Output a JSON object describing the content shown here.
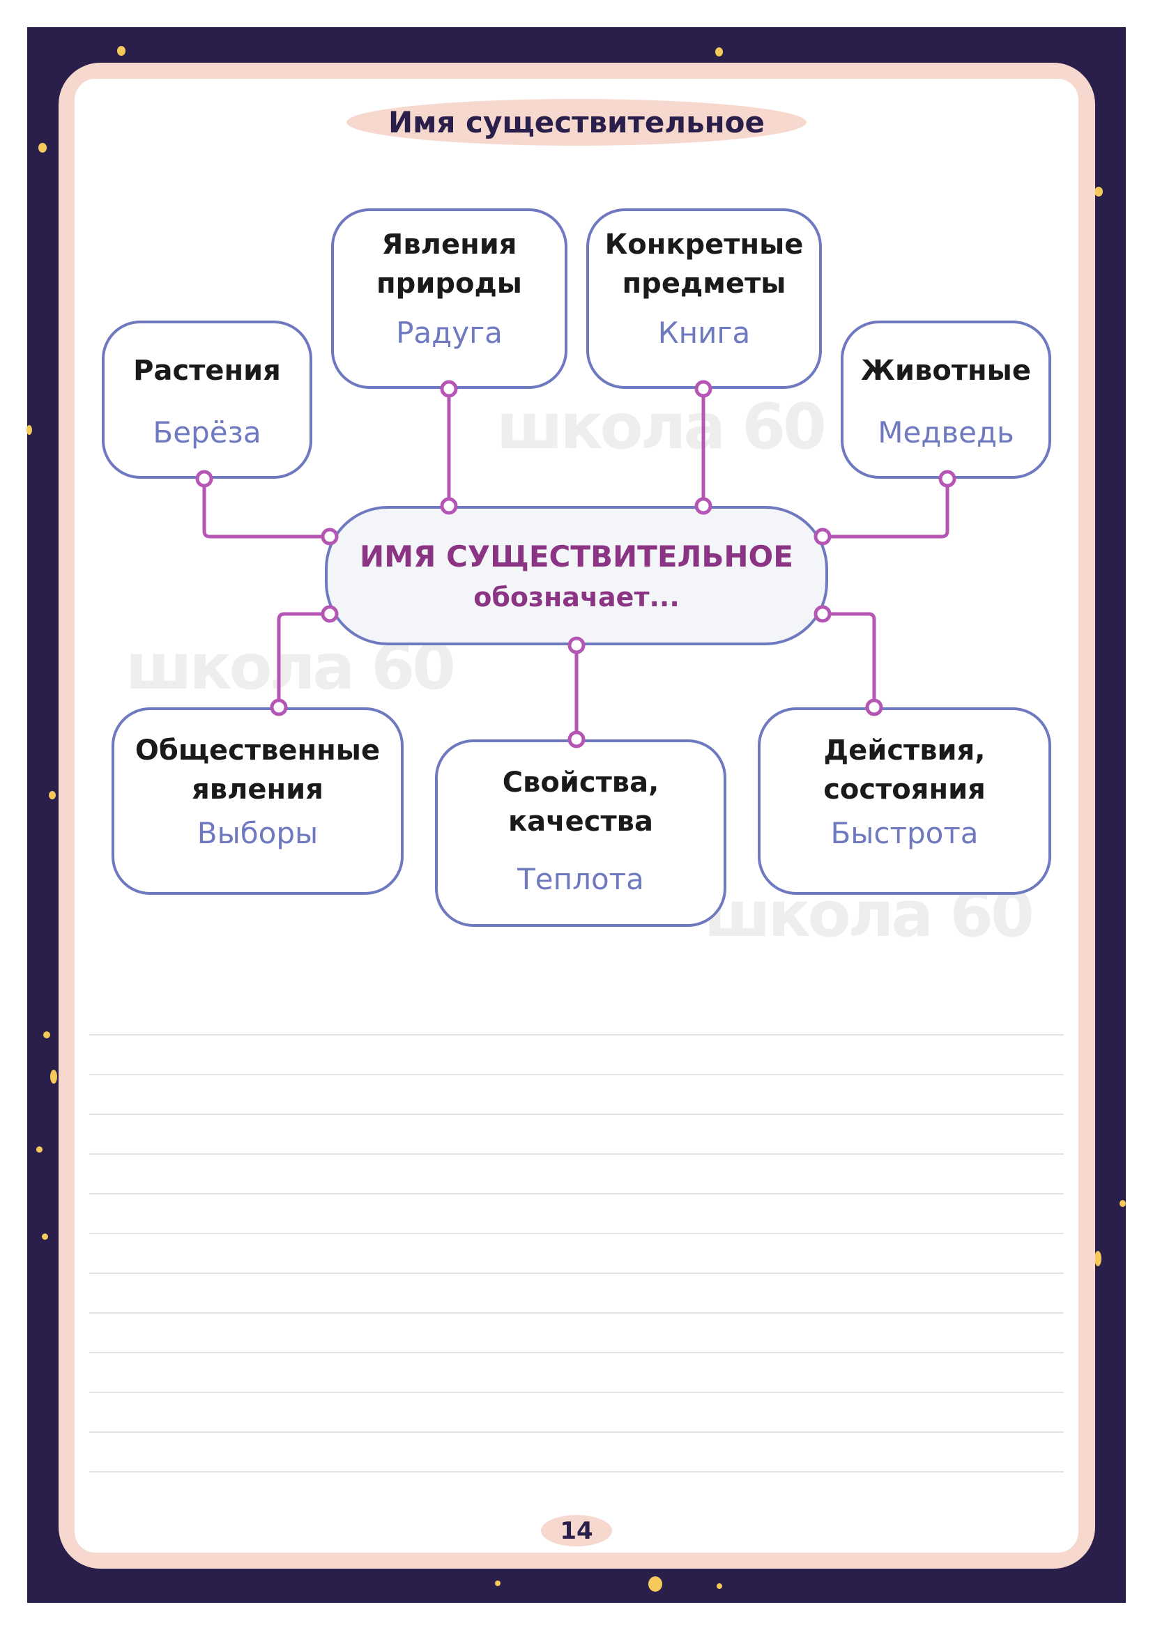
{
  "title": "Имя существительное",
  "center": {
    "heading": "ИМЯ СУЩЕСТВИТЕЛЬНОЕ",
    "subtitle": "обозначает..."
  },
  "categories": [
    {
      "heading": "Растения",
      "example": "Берёза"
    },
    {
      "heading": "Явления природы",
      "example": "Радуга"
    },
    {
      "heading": "Конкретные предметы",
      "example": "Книга"
    },
    {
      "heading": "Животные",
      "example": "Медведь"
    },
    {
      "heading": "Общественные явления",
      "example": "Выборы"
    },
    {
      "heading": "Свойства, качества",
      "example": "Теплота"
    },
    {
      "heading": "Действия, состояния",
      "example": "Быстрота"
    }
  ],
  "watermark": "школа 60",
  "writing_lines": 12,
  "page_number": "14",
  "colors": {
    "background": "#2a1f4a",
    "frame": "#f6d8cf",
    "box_border": "#6e79c0",
    "connector": "#b556b5",
    "center_text": "#8b3483"
  }
}
